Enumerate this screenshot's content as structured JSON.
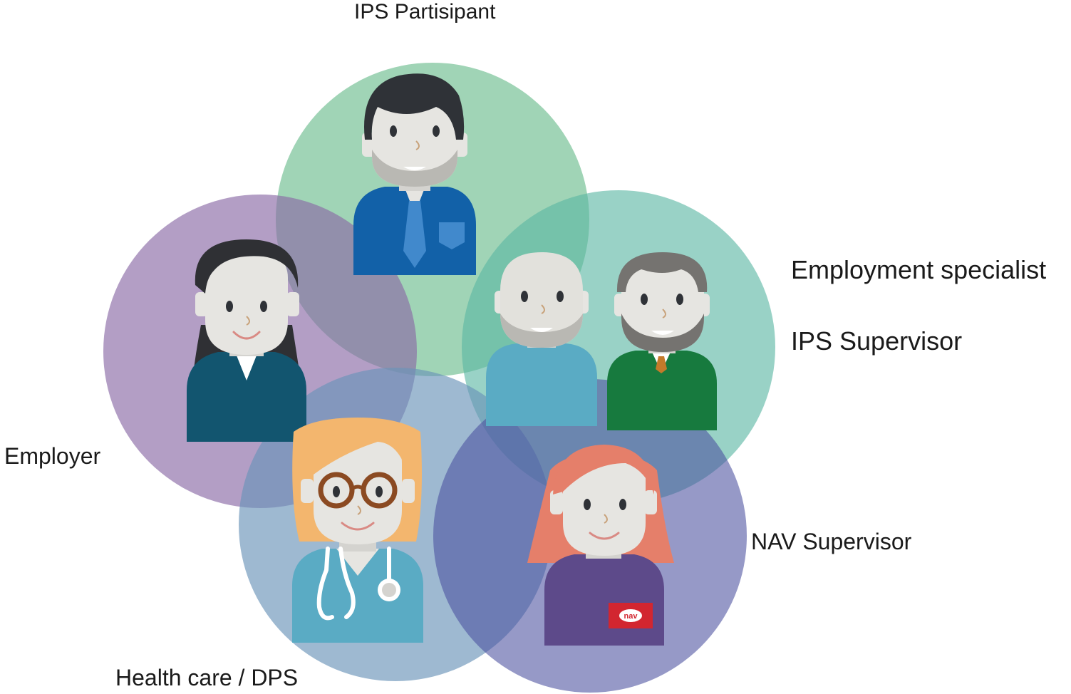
{
  "diagram": {
    "labels": {
      "participant": "IPS Partisipant",
      "employment_specialist": "Employment specialist",
      "ips_supervisor": "IPS Supervisor",
      "employer": "Employer",
      "nav_supervisor": "NAV Supervisor",
      "health_care": "Health care / DPS"
    },
    "badge_text": "nav",
    "colors": {
      "participant_circle": "#7cc49a",
      "employer_circle": "#8a6aa6",
      "specialist_circle": "#5bb7a3",
      "health_circle": "#6a94b8",
      "nav_circle": "#4a4f9e",
      "skin": "#e6e5e1",
      "nav_red": "#d22630"
    }
  }
}
